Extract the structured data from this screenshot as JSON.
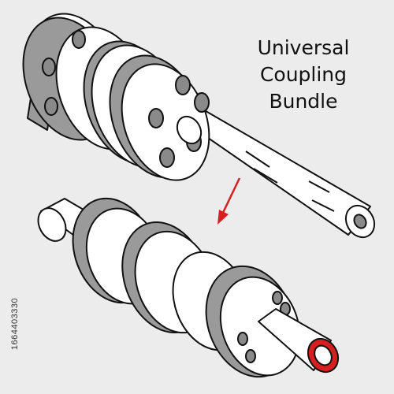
{
  "title": {
    "line1": "Universal",
    "line2": "Coupling",
    "line3": "Bundle"
  },
  "stock_id": "1664403330",
  "colors": {
    "background": "#ececec",
    "body": "#ffffff",
    "band": "#9a9a9a",
    "outline": "#111111",
    "hole": "#8a8a8a",
    "arrow": "#d42020",
    "tip": "#d42020"
  },
  "icons": {
    "arrow": "arrow-down-left-icon"
  }
}
